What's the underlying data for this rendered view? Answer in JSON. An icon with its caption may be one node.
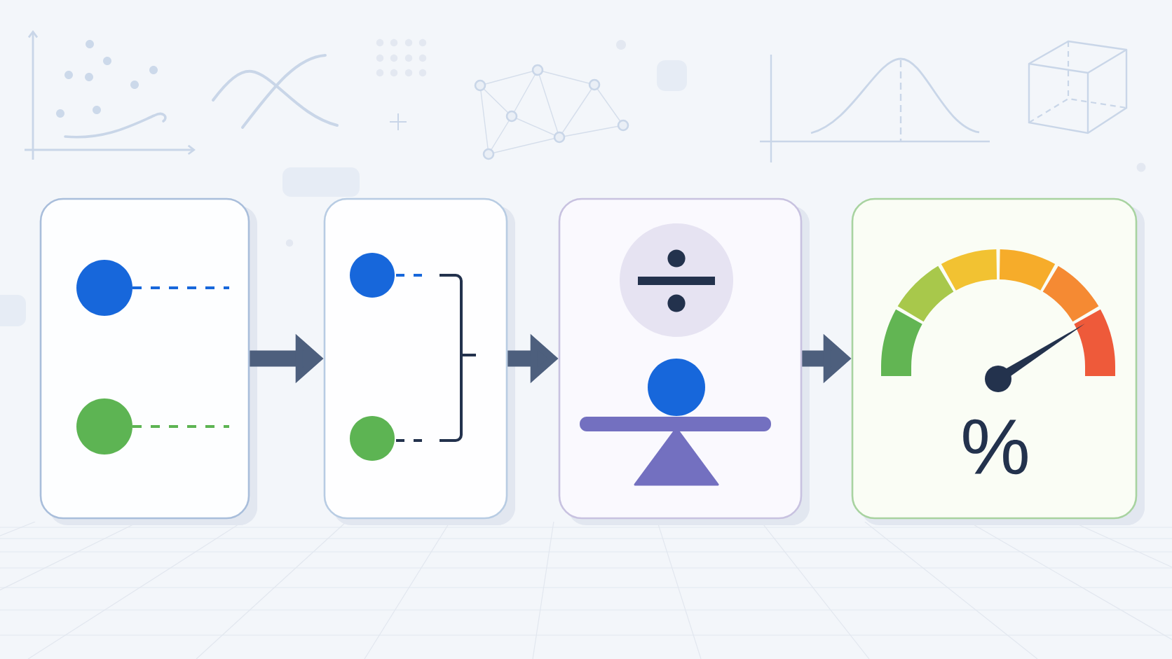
{
  "diagram": {
    "nodes": [
      {
        "text": [],
        "shape": "box"
      },
      {
        "text": [],
        "shape": "box"
      },
      {
        "text": [],
        "shape": "box"
      },
      {
        "text": [],
        "shape": "box"
      },
      {
        "text": [
          "%"
        ]
      }
    ],
    "edges": [
      {
        "from": 1,
        "to": 2,
        "arrow": "to"
      },
      {
        "from": 2,
        "to": 3,
        "arrow": "to"
      },
      {
        "from": 3,
        "to": 4,
        "arrow": "to"
      }
    ]
  }
}
